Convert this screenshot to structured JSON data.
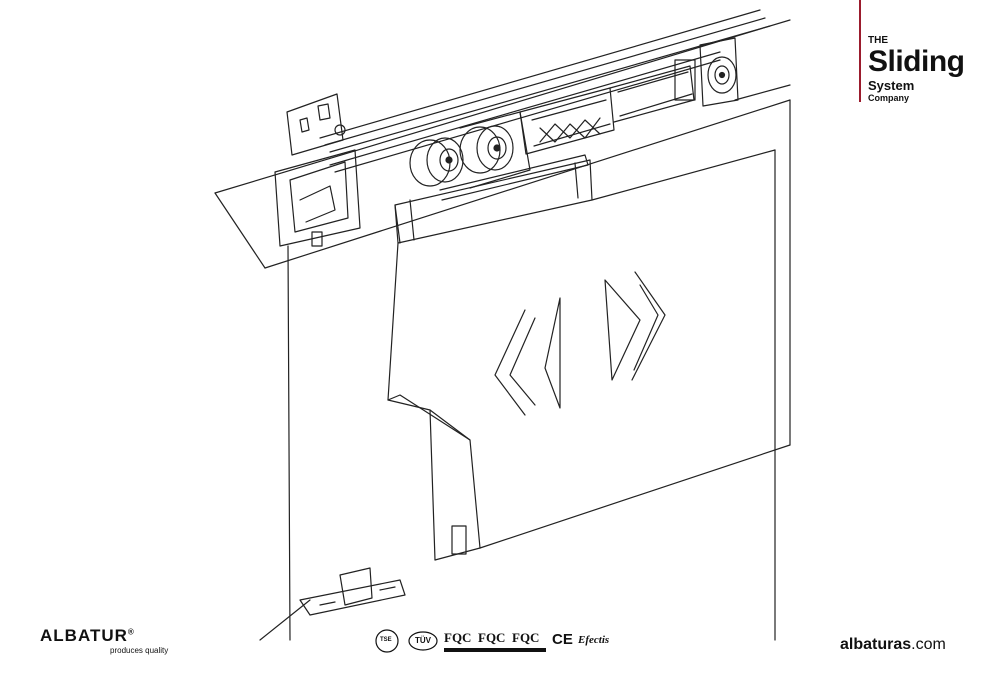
{
  "header": {
    "line1": "THE",
    "line2": "Sliding",
    "line3": "System",
    "line4": "Company"
  },
  "logo": {
    "name": "ALBATUR",
    "registered": "®",
    "tagline": "produces quality"
  },
  "certifications": {
    "tse": "TSE",
    "tuv": "TÜV",
    "fqc_1": "FQC",
    "fqc_2": "FQC",
    "fqc_3": "FQC",
    "ce": "CE",
    "efectis": "Efectis"
  },
  "website": {
    "bold": "albaturas",
    "rest": ".com"
  },
  "colors": {
    "accent_rule": "#9b1b2d",
    "ink": "#111111"
  }
}
